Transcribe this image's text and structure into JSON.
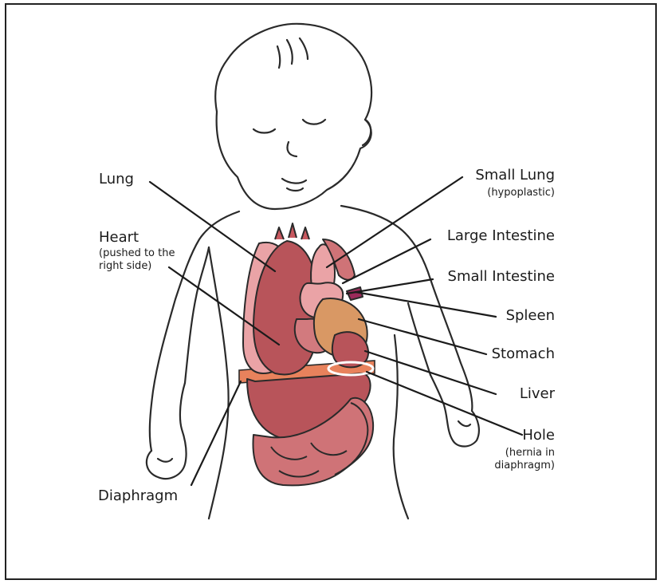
{
  "colors": {
    "outline": "#2a2a2a",
    "organ_dark": "#b8545a",
    "organ_mid": "#cf7377",
    "organ_light": "#eaa3a6",
    "organ_pink": "#f2c0c1",
    "stomach": "#d99864",
    "diaphragm": "#e8825c",
    "spleen": "#9b2a5a"
  },
  "icons": [
    "baby-outline-illustration"
  ],
  "labels": {
    "left": [
      {
        "title": "Lung"
      },
      {
        "title": "Heart",
        "note": "(pushed to the\nright side)"
      },
      {
        "title": "Diaphragm"
      }
    ],
    "right": [
      {
        "title": "Small Lung",
        "note": "(hypoplastic)"
      },
      {
        "title": "Large Intestine"
      },
      {
        "title": "Small Intestine"
      },
      {
        "title": "Spleen"
      },
      {
        "title": "Stomach"
      },
      {
        "title": "Liver"
      },
      {
        "title": "Hole",
        "note": "(hernia in\ndiaphragm)"
      }
    ]
  }
}
